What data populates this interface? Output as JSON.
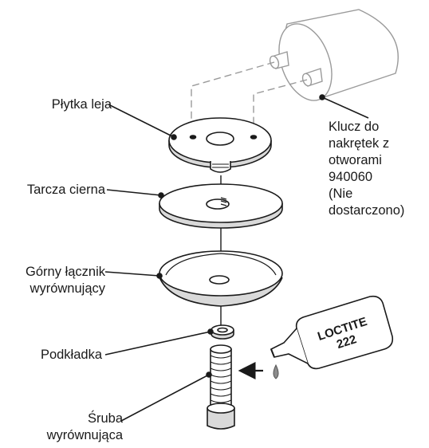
{
  "labels": {
    "plate": "Płytka leja",
    "friction_disc": "Tarcza cierna",
    "upper_coupler_line1": "Górny łącznik",
    "upper_coupler_line2": "wyrównujący",
    "washer": "Podkładka",
    "screw_line1": "Śruba",
    "screw_line2": "wyrównująca",
    "wrench_line1": "Klucz do",
    "wrench_line2": "nakrętek z",
    "wrench_line3": "otworami",
    "wrench_line4": "940060",
    "wrench_line5": "(Nie",
    "wrench_line6": "dostarczono)"
  },
  "loctite": {
    "brand": "LOCTITE",
    "code": "222"
  },
  "colors": {
    "line": "#1a1a1a",
    "fill": "#ffffff",
    "shade": "#d9d9d9",
    "wrench_stroke": "#9a9a9a",
    "drop": "#8c8c8c"
  },
  "icons": {
    "wrench": "spanner-wrench-cylinder-icon",
    "bottle": "adhesive-bottle-icon",
    "drop": "drop-icon",
    "arrow": "arrow-left-icon"
  }
}
